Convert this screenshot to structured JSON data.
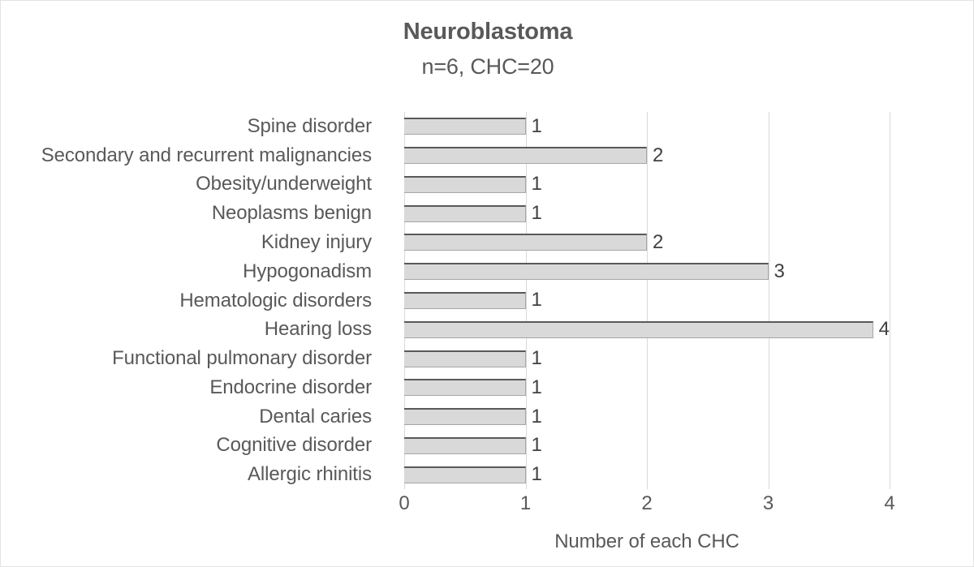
{
  "chart_data": {
    "type": "bar",
    "orientation": "horizontal",
    "title": "Neuroblastoma",
    "subtitle": "n=6, CHC=20",
    "xlabel": "Number of each CHC",
    "ylabel": "",
    "xlim": [
      0,
      4
    ],
    "xticks": [
      "0",
      "1",
      "2",
      "3",
      "4"
    ],
    "grid": "vertical",
    "legend": "none",
    "data_labels": true,
    "categories": [
      "Spine disorder",
      "Secondary and recurrent malignancies",
      "Obesity/underweight",
      "Neoplasms benign",
      "Kidney injury",
      "Hypogonadism",
      "Hematologic disorders",
      "Hearing loss",
      "Functional pulmonary disorder",
      "Endocrine disorder",
      "Dental caries",
      "Cognitive disorder",
      "Allergic rhinitis"
    ],
    "values": [
      1,
      2,
      1,
      1,
      2,
      3,
      1,
      4,
      1,
      1,
      1,
      1,
      1
    ],
    "value_labels": [
      "1",
      "2",
      "1",
      "1",
      "2",
      "3",
      "1",
      "4",
      "1",
      "1",
      "1",
      "1",
      "1"
    ],
    "colors": {
      "bar_fill": "#d9d9d9",
      "bar_border": "#595959",
      "gridline": "#d9d9d9",
      "text": "#595959",
      "data_label": "#404040",
      "background": "#ffffff"
    }
  }
}
